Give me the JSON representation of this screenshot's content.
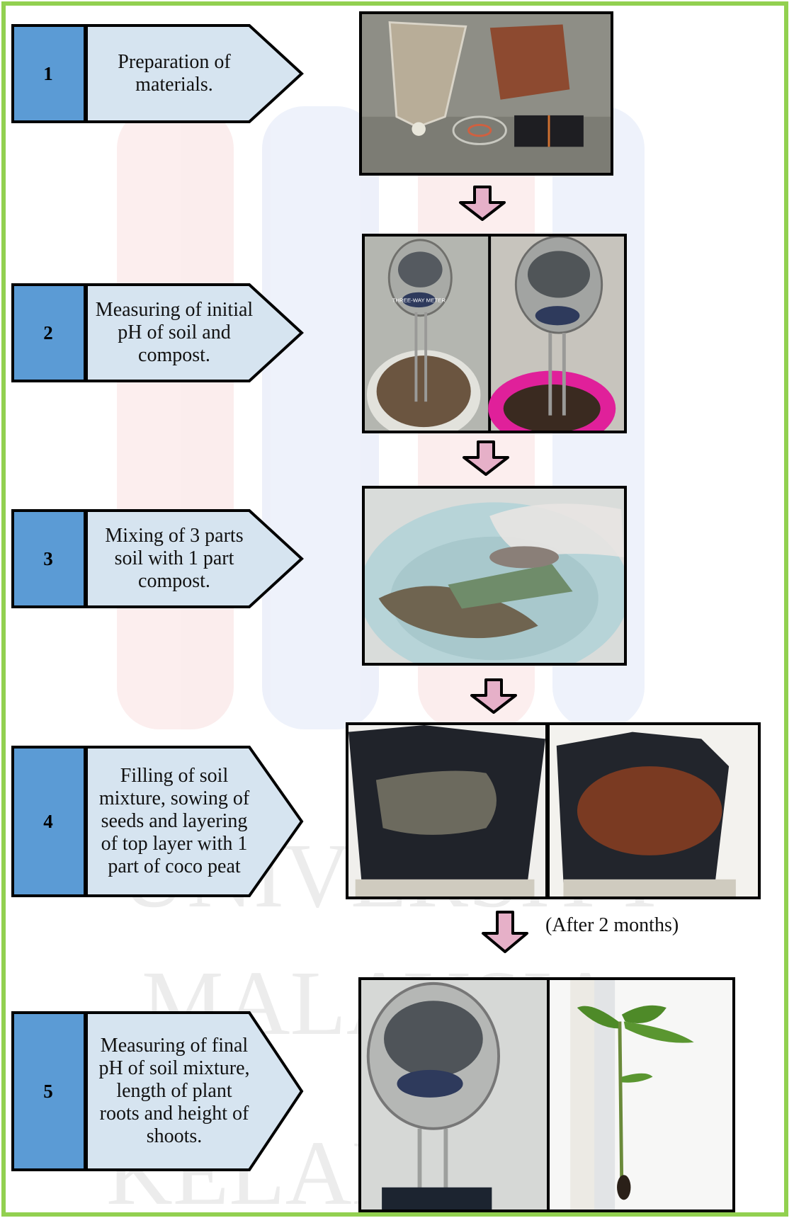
{
  "steps": [
    {
      "number": "1",
      "text": "Preparation of\nmaterials."
    },
    {
      "number": "2",
      "text": "Measuring of initial\npH  of soil and\ncompost."
    },
    {
      "number": "3",
      "text": "Mixing of  3 parts\nsoil with 1 part\ncompost."
    },
    {
      "number": "4",
      "text": "Filling of soil\nmixture, sowing of\nseeds and layering\nof top layer with 1\npart of coco peat"
    },
    {
      "number": "5",
      "text": "Measuring of final\npH of soil mixture,\nlength of plant\nroots and height of\nshoots."
    }
  ],
  "after_note": "(After 2 months)",
  "meter_label": "THREE-WAY METER",
  "colors": {
    "border": "#92d050",
    "number_box": "#5b9bd5",
    "step_box": "#d6e4f0",
    "arrow_fill": "#e6b0c8"
  },
  "photos": {
    "step1": "photo-materials",
    "step2": "photo-ph-meters",
    "step3": "photo-mixing",
    "step4": "photo-polybags",
    "step5": "photo-final-measurement"
  }
}
